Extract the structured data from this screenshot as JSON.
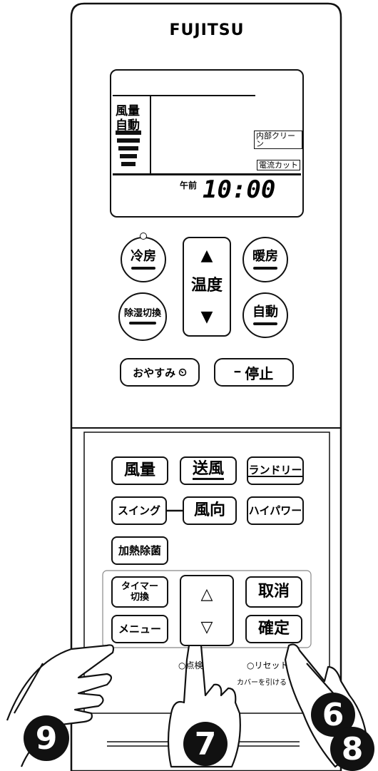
{
  "brand": "FUJITSU",
  "lcd": {
    "fan_label_1": "風量",
    "fan_label_2": "自動",
    "tag_inner_clean": "内部クリーン",
    "tag_power_cut": "電流カット",
    "time_prefix": "午前",
    "time": "10:00"
  },
  "upper_buttons": {
    "cool": "冷房",
    "heat": "暖房",
    "temp_up": "▲",
    "temp_label_1": "温度",
    "temp_down": "▼",
    "dehumid": "除湿切換",
    "auto": "自動",
    "sleep": "おやすみ",
    "sleep_icon": "⏲",
    "stop_dash": "━",
    "stop": "停止"
  },
  "lower_buttons": {
    "fan": "風量",
    "blow": "送風",
    "laundry": "ランドリー",
    "swing": "スイング",
    "direction": "風向",
    "hipower": "ハイパワー",
    "heat_sterilize": "加熱除菌",
    "timer_1": "タイマー",
    "timer_2": "切換",
    "up": "△",
    "cancel": "取消",
    "menu": "メニュー",
    "down": "▽",
    "confirm": "確定",
    "check_label": "○点検",
    "reset_label": "○リセット",
    "cover_label": "カバーを引ける"
  },
  "callouts": [
    "9",
    "7",
    "6",
    "8"
  ],
  "colors": {
    "line": "#111111",
    "lcd_bg": "#ffffff",
    "body": "#ffffff"
  }
}
